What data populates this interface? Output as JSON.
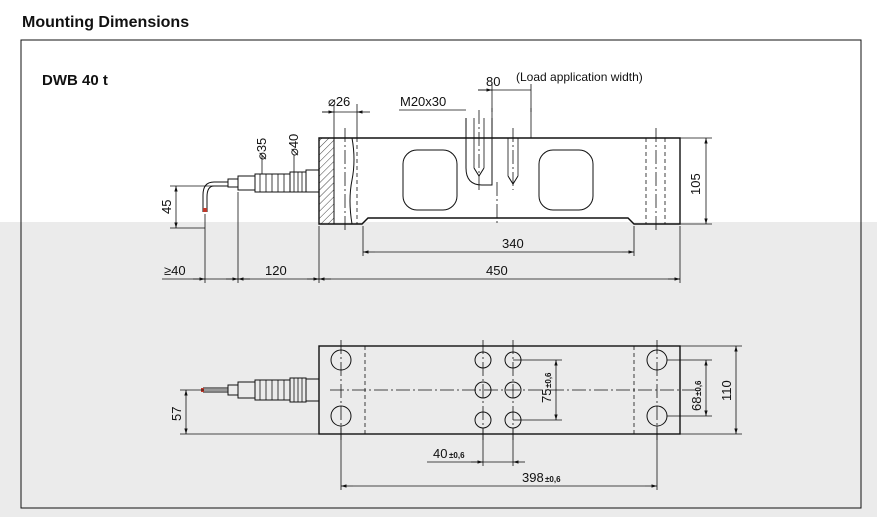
{
  "heading": "Mounting Dimensions",
  "model": "DWB 40 t",
  "side_view": {
    "diameter_26": "⌀26",
    "thread": "M20x30",
    "width_80": "80",
    "load_note": "(Load application width)",
    "diameter_35": "⌀35",
    "diameter_40": "⌀40",
    "height_45": "45",
    "height_105": "105",
    "length_340": "340",
    "min_40": "≥40",
    "length_120": "120",
    "length_450": "450"
  },
  "top_view": {
    "dim_75": "75",
    "dim_75_tol": "±0,6",
    "dim_68": "68",
    "dim_68_tol": "±0,6",
    "dim_110": "110",
    "dim_57": "57",
    "dim_40": "40",
    "dim_40_tol": "±0,6",
    "dim_398": "398",
    "dim_398_tol": "±0,6"
  }
}
